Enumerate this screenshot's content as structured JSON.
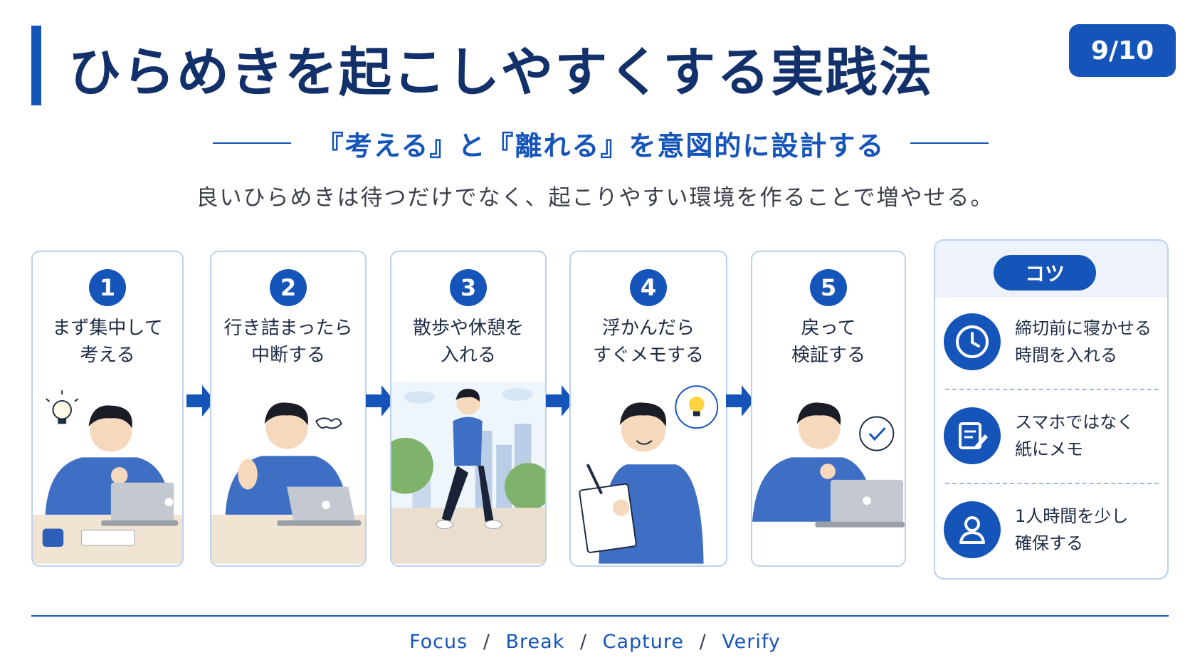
{
  "slide": {
    "title": "ひらめきを起こしやすくする実践法",
    "page_indicator": "9/10",
    "subtitle": "『考える』と『離れる』を意図的に設計する",
    "lead": "良いひらめきは待つだけでなく、起こりやすい環境を作ることで増やせる。"
  },
  "steps": [
    {
      "number": "1",
      "line1": "まず集中して",
      "line2": "考える",
      "illustration": "person-thinking-at-laptop-icon"
    },
    {
      "number": "2",
      "line1": "行き詰まったら",
      "line2": "中断する",
      "illustration": "person-stopping-sighing-icon"
    },
    {
      "number": "3",
      "line1": "散歩や休憩を",
      "line2": "入れる",
      "illustration": "person-walking-in-park-icon"
    },
    {
      "number": "4",
      "line1": "浮かんだら",
      "line2": "すぐメモする",
      "illustration": "person-writing-note-lightbulb-icon"
    },
    {
      "number": "5",
      "line1": "戻って",
      "line2": "検証する",
      "illustration": "person-verifying-at-laptop-icon"
    }
  ],
  "tips": {
    "heading": "コツ",
    "items": [
      {
        "icon": "clock-icon",
        "line1": "締切前に寝かせる",
        "line2": "時間を入れる"
      },
      {
        "icon": "note-pen-icon",
        "line1": "スマホではなく",
        "line2": "紙にメモ"
      },
      {
        "icon": "person-icon",
        "line1": "1人時間を少し",
        "line2": "確保する"
      }
    ]
  },
  "footer": {
    "words": [
      "Focus",
      "Break",
      "Capture",
      "Verify"
    ],
    "separator": "/"
  },
  "colors": {
    "accent": "#1554b8",
    "title": "#12306a",
    "card_border": "#bcd1ee",
    "hoodie": "#3f6fc4"
  }
}
